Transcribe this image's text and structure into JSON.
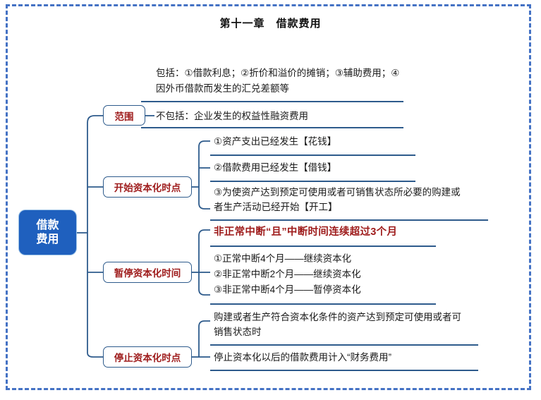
{
  "title": "第十一章　借款费用",
  "colors": {
    "frame_border": "#4472C4",
    "root_fill": "#1F60BE",
    "root_text": "#FFFFFF",
    "branch_text": "#9E1B1B",
    "connector": "#2E5B8C",
    "body_text": "#1A1A1A"
  },
  "root": {
    "label_line1": "借款",
    "label_line2": "费用"
  },
  "branches": [
    {
      "label": "范围",
      "items": [
        {
          "text": "包括：①借款利息；②折价和溢价的摊销；③辅助费用；④因外币借款而发生的汇兑差额等",
          "style": "normal"
        },
        {
          "text": "不包括：企业发生的权益性融资费用",
          "style": "normal"
        }
      ]
    },
    {
      "label": "开始资本化时点",
      "items": [
        {
          "text": "①资产支出已经发生【花钱】",
          "style": "normal"
        },
        {
          "text": "②借款费用已经发生【借钱】",
          "style": "normal"
        },
        {
          "text": "③为使资产达到预定可使用或者可销售状态所必要的购建或者生产活动已经开始【开工】",
          "style": "normal"
        }
      ]
    },
    {
      "label": "暂停资本化时间",
      "items": [
        {
          "text": "非正常中断“且”中断时间连续超过3个月",
          "style": "red"
        },
        {
          "text": "①正常中断4个月——继续资本化",
          "style": "normal"
        },
        {
          "text": "②非正常中断2个月——继续资本化",
          "style": "normal"
        },
        {
          "text": "③非正常中断4个月——暂停资本化",
          "style": "normal"
        }
      ]
    },
    {
      "label": "停止资本化时点",
      "items": [
        {
          "text": "购建或者生产符合资本化条件的资产达到预定可使用或者可销售状态时",
          "style": "normal"
        },
        {
          "text": "停止资本化以后的借款费用计入“财务费用”",
          "style": "normal"
        }
      ]
    }
  ]
}
